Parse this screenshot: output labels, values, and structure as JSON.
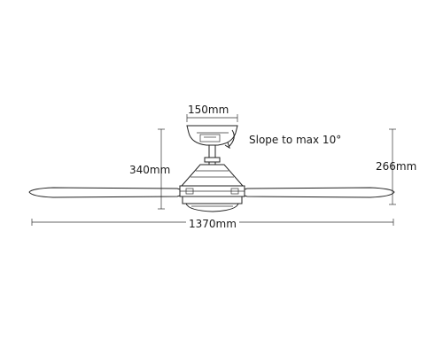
{
  "labels": {
    "canopy_width": "150mm",
    "slope_note": "Slope to max 10°",
    "drop_height": "340mm",
    "body_height": "266mm",
    "span": "1370mm"
  }
}
